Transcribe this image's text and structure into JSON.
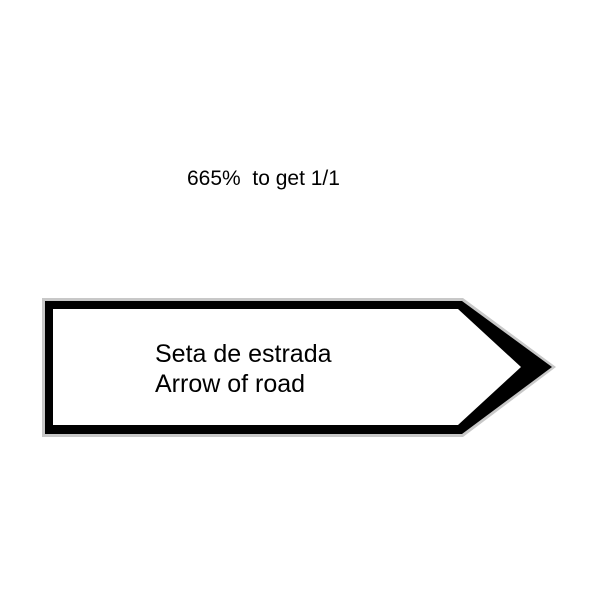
{
  "note": "665%  to get 1/1",
  "sign": {
    "line1": "Seta de estrada",
    "line2": "Arrow of road",
    "border_color": "#000000",
    "outer_edge_color": "#c8c8c8",
    "face_color": "#ffffff"
  }
}
